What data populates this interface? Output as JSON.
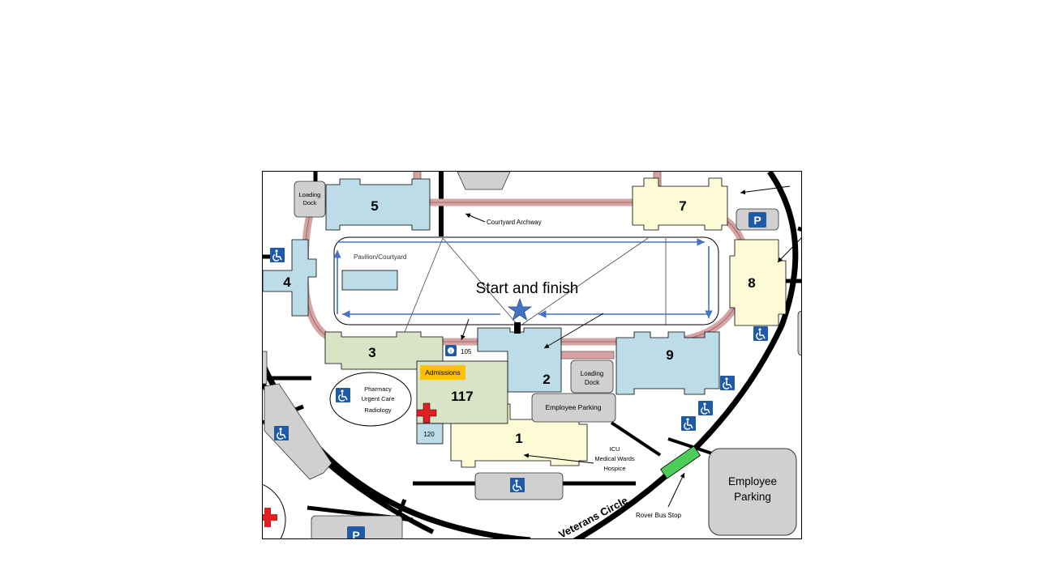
{
  "map": {
    "start_finish_label": "Start and finish",
    "courtyard_archway_label": "Courtyard Archway",
    "pavilion_label": "Pavilion/Courtyard",
    "loading_dock_top": [
      "Loading",
      "Dock"
    ],
    "loading_dock_mid": [
      "Loading",
      "Dock"
    ],
    "employee_parking_small": "Employee Parking",
    "employee_parking_big": [
      "Employee",
      "Parking"
    ],
    "rover_bus_stop": "Rover Bus Stop",
    "veterans_circle": "Veterans Circle",
    "admissions": "Admissions",
    "pharmacy_lines": [
      "Pharmacy",
      "Urgent Care",
      "Radiology"
    ],
    "icu_lines": [
      "ICU",
      "Medical Wards",
      "Hospice"
    ],
    "room_105": "105",
    "room_120": "120",
    "parking_symbol": "P",
    "buildings": {
      "b1": "1",
      "b2": "2",
      "b3": "3",
      "b4": "4",
      "b5": "5",
      "b7": "7",
      "b8": "8",
      "b9": "9",
      "b117": "117"
    },
    "colors": {
      "blue_bldg": "#bcdde8",
      "yellow_bldg": "#fdfbd5",
      "green_bldg": "#d8e4c5",
      "walkway": "#d6a3a3",
      "route_arrow": "#4472c4",
      "accessible": "#1f5aa6",
      "red_cross": "#e02020",
      "admissions_bg": "#ffc000",
      "bus_stop": "#4ccd5a",
      "gray_box": "#d0d0d0"
    }
  }
}
